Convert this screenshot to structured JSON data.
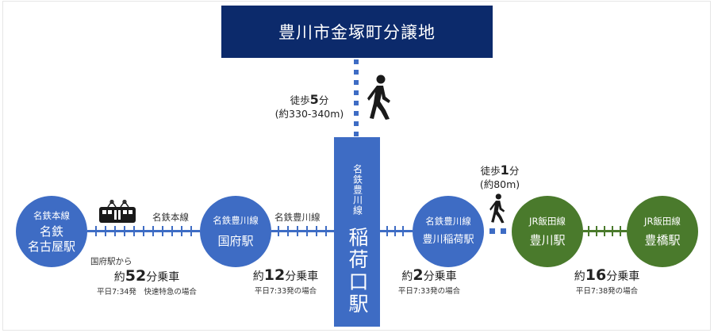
{
  "destination": {
    "title": "豊川市金塚町分譲地",
    "color": "#0c2a6b"
  },
  "walk_to_destination": {
    "prefix": "徒歩",
    "minutes": "5",
    "unit": "分",
    "distance": "(約330-340m)",
    "icon": "pedestrian-icon"
  },
  "inariguchi": {
    "line": "名鉄豊川線",
    "name": "稲荷口駅",
    "color": "#3e6cc4"
  },
  "stations": [
    {
      "line": "名鉄本線",
      "name_line1": "名鉄",
      "name_line2": "名古屋駅",
      "color": "#3e6cc4"
    },
    {
      "line": "名鉄豊川線",
      "name": "国府駅",
      "color": "#3e6cc4"
    },
    {
      "line": "名鉄豊川線",
      "name": "豊川稲荷駅",
      "color": "#3e6cc4"
    },
    {
      "line": "JR飯田線",
      "name": "豊川駅",
      "color": "#4a7a2c"
    },
    {
      "line": "JR飯田線",
      "name": "豊橋駅",
      "color": "#4a7a2c"
    }
  ],
  "segments": [
    {
      "line_label": "名鉄本線",
      "icon": "train-icon",
      "pre": "国府駅から",
      "prefix": "約",
      "minutes": "52",
      "suffix": "分乗車",
      "note": "平日7:34発　快速特急の場合"
    },
    {
      "line_label": "名鉄豊川線",
      "prefix": "約",
      "minutes": "12",
      "suffix": "分乗車",
      "note": "平日7:33発の場合"
    },
    {
      "prefix": "約",
      "minutes": "2",
      "suffix": "分乗車",
      "note": "平日7:33発の場合"
    },
    {
      "prefix": "約",
      "minutes": "16",
      "suffix": "分乗車",
      "note": "平日7:38発の場合"
    }
  ],
  "walk_transfer": {
    "prefix": "徒歩",
    "minutes": "1",
    "unit": "分",
    "distance": "(約80m)",
    "icon": "pedestrian-icon"
  }
}
